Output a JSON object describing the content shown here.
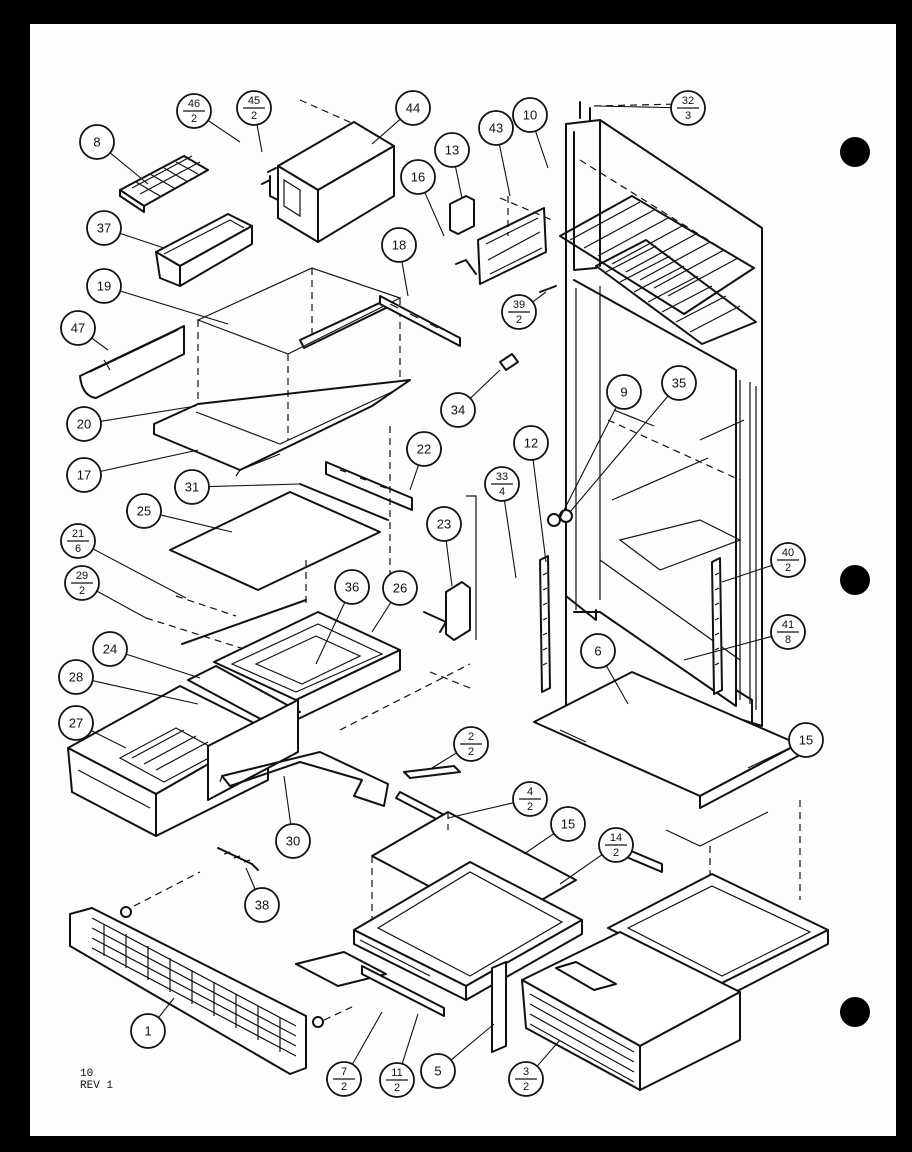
{
  "diagram": {
    "footer": {
      "line1": "10",
      "line2": "REV 1"
    },
    "callouts": [
      {
        "id": "c8",
        "top": "8"
      },
      {
        "id": "c46",
        "top": "46",
        "bottom": "2"
      },
      {
        "id": "c45",
        "top": "45",
        "bottom": "2"
      },
      {
        "id": "c44",
        "top": "44"
      },
      {
        "id": "c13",
        "top": "13"
      },
      {
        "id": "c43",
        "top": "43"
      },
      {
        "id": "c10",
        "top": "10"
      },
      {
        "id": "c32",
        "top": "32",
        "bottom": "3"
      },
      {
        "id": "c37",
        "top": "37"
      },
      {
        "id": "c16",
        "top": "16"
      },
      {
        "id": "c19",
        "top": "19"
      },
      {
        "id": "c18",
        "top": "18"
      },
      {
        "id": "c47",
        "top": "47"
      },
      {
        "id": "c39",
        "top": "39",
        "bottom": "2"
      },
      {
        "id": "c34",
        "top": "34"
      },
      {
        "id": "c9",
        "top": "9"
      },
      {
        "id": "c35",
        "top": "35"
      },
      {
        "id": "c20",
        "top": "20"
      },
      {
        "id": "c17",
        "top": "17"
      },
      {
        "id": "c12",
        "top": "12"
      },
      {
        "id": "c22",
        "top": "22"
      },
      {
        "id": "c33",
        "top": "33",
        "bottom": "4"
      },
      {
        "id": "c31",
        "top": "31"
      },
      {
        "id": "c25",
        "top": "25"
      },
      {
        "id": "c23",
        "top": "23"
      },
      {
        "id": "c21",
        "top": "21",
        "bottom": "6"
      },
      {
        "id": "c29",
        "top": "29",
        "bottom": "2"
      },
      {
        "id": "c40",
        "top": "40",
        "bottom": "2"
      },
      {
        "id": "c36",
        "top": "36"
      },
      {
        "id": "c26",
        "top": "26"
      },
      {
        "id": "c24",
        "top": "24"
      },
      {
        "id": "c41",
        "top": "41",
        "bottom": "8"
      },
      {
        "id": "c6",
        "top": "6"
      },
      {
        "id": "c28",
        "top": "28"
      },
      {
        "id": "c27",
        "top": "27"
      },
      {
        "id": "c15a",
        "top": "15"
      },
      {
        "id": "c2",
        "top": "2",
        "bottom": "2"
      },
      {
        "id": "c4",
        "top": "4",
        "bottom": "2"
      },
      {
        "id": "c30",
        "top": "30"
      },
      {
        "id": "c15b",
        "top": "15"
      },
      {
        "id": "c14",
        "top": "14",
        "bottom": "2"
      },
      {
        "id": "c38",
        "top": "38"
      },
      {
        "id": "c1",
        "top": "1"
      },
      {
        "id": "c7",
        "top": "7",
        "bottom": "2"
      },
      {
        "id": "c11",
        "top": "11",
        "bottom": "2"
      },
      {
        "id": "c5",
        "top": "5"
      },
      {
        "id": "c3",
        "top": "3",
        "bottom": "2"
      }
    ]
  }
}
